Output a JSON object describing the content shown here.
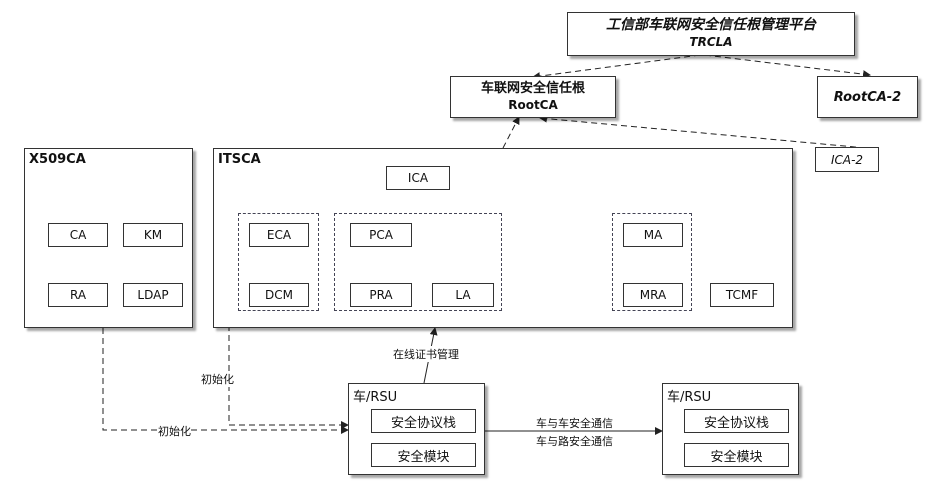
{
  "top_platform": {
    "line1": "工信部车联网安全信任根管理平台",
    "line2": "TRCLA"
  },
  "root": {
    "line1": "车联网安全信任根",
    "line2": "RootCA"
  },
  "root2": "RootCA-2",
  "ica2": "ICA-2",
  "x509": {
    "title": "X509CA",
    "ca": "CA",
    "km": "KM",
    "ra": "RA",
    "ldap": "LDAP"
  },
  "itsca": {
    "title": "ITSCA",
    "ica": "ICA",
    "eca": "ECA",
    "dcm": "DCM",
    "pca": "PCA",
    "pra": "PRA",
    "la": "LA",
    "ma": "MA",
    "mra": "MRA",
    "tcmf": "TCMF"
  },
  "vehicle_left": {
    "title": "车/RSU",
    "stack": "安全协议栈",
    "module": "安全模块"
  },
  "vehicle_right": {
    "title": "车/RSU",
    "stack": "安全协议栈",
    "module": "安全模块"
  },
  "labels": {
    "online_cert": "在线证书管理",
    "init1": "初始化",
    "init2": "初始化",
    "comm1": "车与车安全通信",
    "comm2": "车与路安全通信"
  }
}
